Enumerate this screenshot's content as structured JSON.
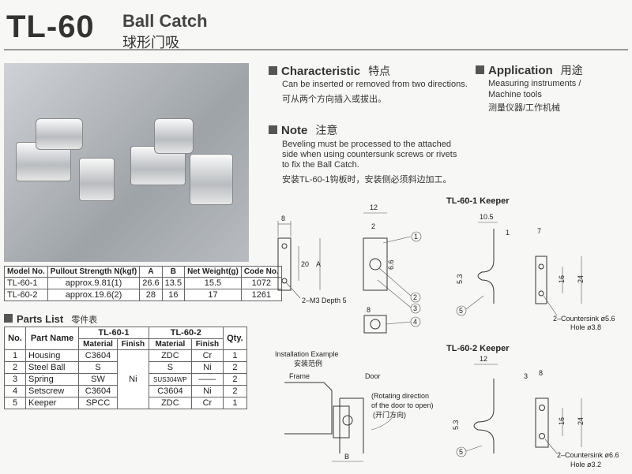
{
  "header": {
    "model": "TL-60",
    "name": "Ball Catch",
    "name_cn": "球形门吸"
  },
  "spec_table": {
    "headers": [
      "Model No.",
      "Pullout Strength N(kgf)",
      "A",
      "B",
      "Net Weight(g)",
      "Code No."
    ],
    "rows": [
      [
        "TL-60-1",
        "approx.9.81(1)",
        "26.6",
        "13.5",
        "15.5",
        "1072"
      ],
      [
        "TL-60-2",
        "approx.19.6(2)",
        "28",
        "16",
        "17",
        "1261"
      ]
    ]
  },
  "parts": {
    "title": "Parts List",
    "title_cn": "零件表",
    "h_no": "No.",
    "h_name": "Part Name",
    "h_tl1": "TL-60-1",
    "h_tl2": "TL-60-2",
    "h_mat": "Material",
    "h_fin": "Finish",
    "h_qty": "Qty.",
    "tl1_finish": "Ni",
    "rows": [
      [
        "1",
        "Housing",
        "C3604",
        "ZDC",
        "Cr",
        "1"
      ],
      [
        "2",
        "Steel Ball",
        "S",
        "S",
        "Ni",
        "2"
      ],
      [
        "3",
        "Spring",
        "SW",
        "SUS304WP",
        "——",
        "2"
      ],
      [
        "4",
        "Setscrew",
        "C3604",
        "C3604",
        "Ni",
        "2"
      ],
      [
        "5",
        "Keeper",
        "SPCC",
        "ZDC",
        "Cr",
        "1"
      ]
    ]
  },
  "characteristic": {
    "title": "Characteristic",
    "title_cn": "特点",
    "text": "Can be inserted or removed from two directions.",
    "text_cn": "可从两个方向插入或拔出。"
  },
  "application": {
    "title": "Application",
    "title_cn": "用途",
    "line1": "Measuring instruments /",
    "line2": "Machine tools",
    "text_cn": "测量仪器/工作机械"
  },
  "note": {
    "title": "Note",
    "title_cn": "注意",
    "line1": "Beveling must be processed to the attached",
    "line2": "side when using countersunk screws or rivets",
    "line3": "to fix the Ball Catch.",
    "text_cn": "安装TL-60-1钩板时，安装侧必须斜边加工。"
  },
  "drawing": {
    "d8": "8",
    "d20": "20",
    "dA": "A",
    "m3": "2–M3 Depth 5",
    "d12": "12",
    "d2": "2",
    "d66": "6.6",
    "b1": "1",
    "b2": "2",
    "b3": "3",
    "b4": "4",
    "d8b": "8"
  },
  "keeper1": {
    "title": "TL-60-1 Keeper",
    "d105": "10.5",
    "d1": "1",
    "d53": "5.3",
    "d7": "7",
    "d16": "16",
    "d24": "24",
    "b5": "5",
    "cs": "2–Countersink ø5.6",
    "hole": "Hole ø3.8"
  },
  "keeper2": {
    "title": "TL-60-2 Keeper",
    "d12": "12",
    "d3": "3",
    "d53": "5.3",
    "d8": "8",
    "d16": "16",
    "d24": "24",
    "b5": "5",
    "cs": "2–Countersink ø6.6",
    "hole": "Hole ø3.2"
  },
  "install": {
    "title": "Installation Example",
    "title_cn": "安装范例",
    "frame": "Frame",
    "door": "Door",
    "rot1": "(Rotating direction",
    "rot2": "of the door to open)",
    "rot_cn": "(开门方向)",
    "B": "B"
  }
}
